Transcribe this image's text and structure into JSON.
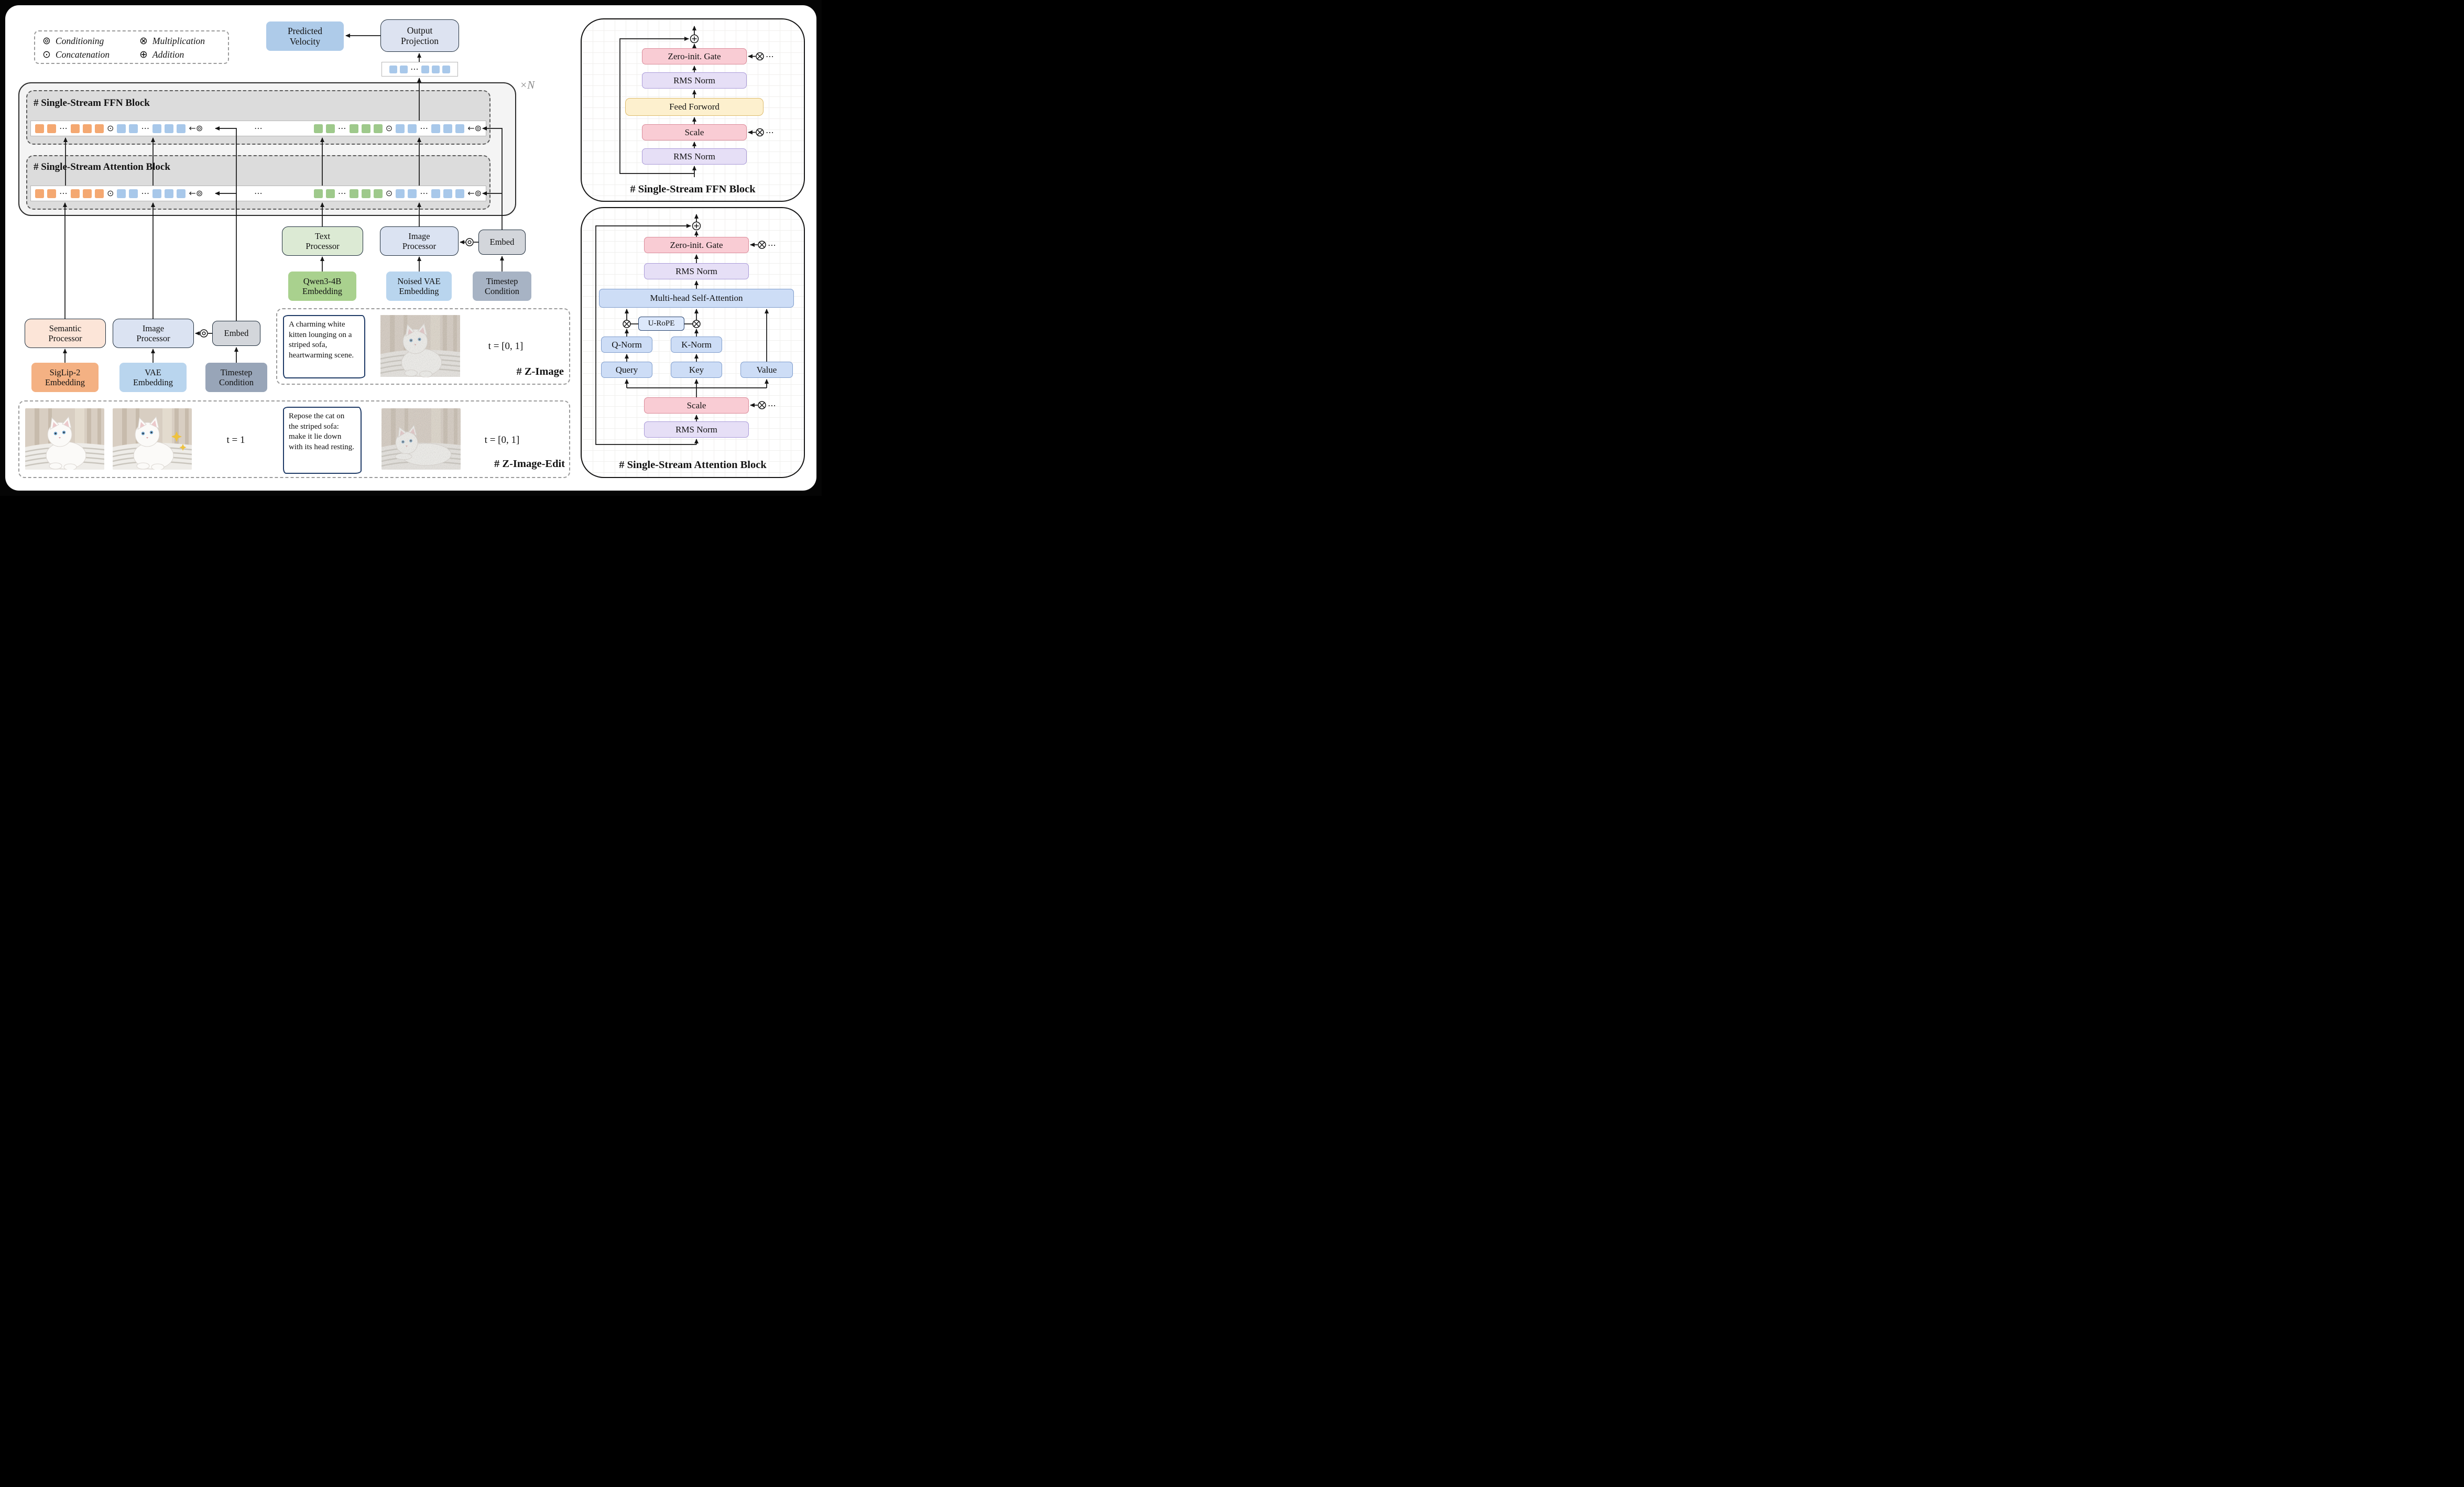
{
  "legend": {
    "items": [
      {
        "symbol": "⊚",
        "label": "Conditioning"
      },
      {
        "symbol": "⊗",
        "label": "Multiplication"
      },
      {
        "symbol": "⊙",
        "label": "Concatenation"
      },
      {
        "symbol": "⊕",
        "label": "Addition"
      }
    ]
  },
  "top": {
    "predicted_velocity": "Predicted Velocity",
    "output_projection": "Output Projection",
    "repeat_label": "×N"
  },
  "blocks": {
    "ffn_title": "# Single-Stream FFN Block",
    "attention_title": "# Single-Stream Attention Block"
  },
  "token_strip": [
    {
      "tok": 2,
      "c": "orange"
    },
    {
      "sym": "⋯"
    },
    {
      "tok": 3,
      "c": "orange"
    },
    {
      "sym": "⊙"
    },
    {
      "tok": 2,
      "c": "blue"
    },
    {
      "sym": "⋯"
    },
    {
      "tok": 3,
      "c": "blue"
    },
    {
      "sym": "←⊚"
    },
    {
      "sym": "⋯",
      "wide": true
    },
    {
      "tok": 2,
      "c": "green"
    },
    {
      "sym": "⋯"
    },
    {
      "tok": 3,
      "c": "green"
    },
    {
      "sym": "⊙"
    },
    {
      "tok": 2,
      "c": "blue"
    },
    {
      "sym": "⋯"
    },
    {
      "tok": 3,
      "c": "blue"
    },
    {
      "sym": "←⊚"
    }
  ],
  "output_tokens": [
    {
      "tok": 2,
      "c": "blue"
    },
    {
      "sym": "⋯"
    },
    {
      "tok": 3,
      "c": "blue"
    }
  ],
  "mid": {
    "text_processor": "Text Processor",
    "image_processor": "Image Processor",
    "embed": "Embed",
    "qwen": "Qwen3-4B Embedding",
    "noised_vae": "Noised VAE Embedding",
    "timestep": "Timestep Condition"
  },
  "left": {
    "semantic_processor": "Semantic Processor",
    "image_processor": "Image Processor",
    "embed": "Embed",
    "siglip": "SigLip-2 Embedding",
    "vae": "VAE Embedding",
    "timestep": "Timestep Condition"
  },
  "z_image": {
    "title": "# Z-Image",
    "prompt": "A charming white kitten lounging on a striped sofa, heartwarming scene.",
    "t": "t = [0, 1]"
  },
  "z_image_edit": {
    "title": "# Z-Image-Edit",
    "t_source": "t = 1",
    "prompt": "Repose the cat on the striped sofa: make it lie down with its head resting.",
    "t_target": "t = [0, 1]"
  },
  "ffn_panel": {
    "title": "# Single-Stream FFN Block",
    "gate": "Zero-init. Gate",
    "rms_top": "RMS Norm",
    "ff": "Feed Forword",
    "scale": "Scale",
    "rms_bottom": "RMS Norm"
  },
  "attn_panel": {
    "title": "# Single-Stream Attention Block",
    "gate": "Zero-init. Gate",
    "rms_top": "RMS Norm",
    "mhsa": "Multi-head Self-Attention",
    "urope": "U-RoPE",
    "q_norm": "Q-Norm",
    "k_norm": "K-Norm",
    "query": "Query",
    "key": "Key",
    "value": "Value",
    "scale": "Scale",
    "rms_bottom": "RMS Norm"
  },
  "colors": {
    "orange_token": "#f4a871",
    "blue_token": "#a8c8ea",
    "green_token": "#9ec98b",
    "pink_block": "#f9ccd4",
    "lavender_block": "#e6dff6",
    "yellow_block": "#fdf0ce",
    "blue_block": "#cdddf6",
    "green_box": "#a9d18e",
    "orange_box": "#f4b183",
    "lightblue_box": "#b9d5ee",
    "gray_box": "#a7b3c4"
  }
}
